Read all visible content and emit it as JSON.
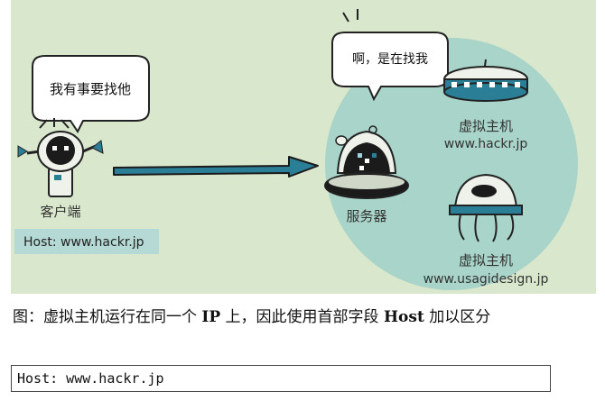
{
  "bubbles": {
    "client": "我有事要找他",
    "server": "啊，是在找我"
  },
  "client": {
    "label": "客户端",
    "host_line": "Host: www.hackr.jp"
  },
  "server": {
    "label": "服务器"
  },
  "virtual_hosts": [
    {
      "label": "虚拟主机",
      "domain": "www.hackr.jp"
    },
    {
      "label": "虚拟主机",
      "domain": "www.usagidesign.jp"
    }
  ],
  "caption": {
    "prefix": "图：虚拟主机运行在同一个 ",
    "ip": "IP",
    "middle": " 上，因此使用首部字段 ",
    "host": "Host",
    "suffix": " 加以区分"
  },
  "code": "Host: www.hackr.jp",
  "colors": {
    "background": "#d9e7cc",
    "circle": "#a9d4c9",
    "arrow": "#2a7f96",
    "host_bar": "#b5d9d5"
  }
}
